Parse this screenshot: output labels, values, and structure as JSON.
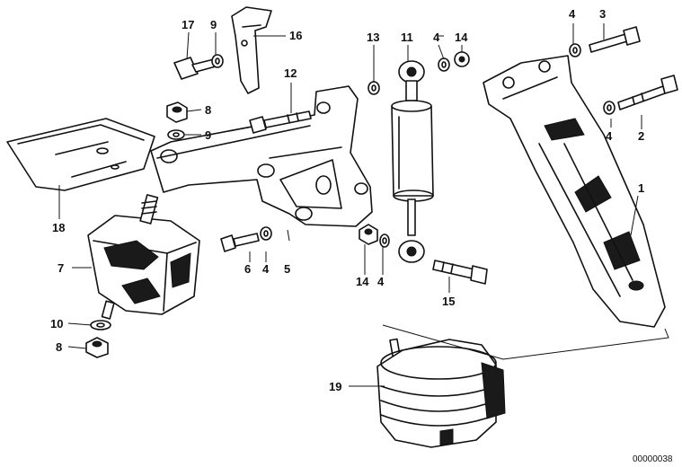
{
  "callouts": [
    {
      "id": "c1",
      "text": "1"
    },
    {
      "id": "c2",
      "text": "2"
    },
    {
      "id": "c3",
      "text": "3"
    },
    {
      "id": "c4a",
      "text": "4"
    },
    {
      "id": "c4b",
      "text": "4"
    },
    {
      "id": "c4c",
      "text": "4"
    },
    {
      "id": "c4d",
      "text": "4"
    },
    {
      "id": "c4e",
      "text": "4"
    },
    {
      "id": "c5",
      "text": "5"
    },
    {
      "id": "c6",
      "text": "6"
    },
    {
      "id": "c7",
      "text": "7"
    },
    {
      "id": "c8a",
      "text": "8"
    },
    {
      "id": "c8b",
      "text": "8"
    },
    {
      "id": "c9a",
      "text": "9"
    },
    {
      "id": "c9b",
      "text": "9"
    },
    {
      "id": "c10",
      "text": "10"
    },
    {
      "id": "c11",
      "text": "11"
    },
    {
      "id": "c12",
      "text": "12"
    },
    {
      "id": "c13",
      "text": "13"
    },
    {
      "id": "c14a",
      "text": "14"
    },
    {
      "id": "c14b",
      "text": "14"
    },
    {
      "id": "c15",
      "text": "15"
    },
    {
      "id": "c16",
      "text": "16"
    },
    {
      "id": "c17",
      "text": "17"
    },
    {
      "id": "c18",
      "text": "18"
    },
    {
      "id": "c19",
      "text": "19"
    }
  ],
  "reference_code": "00000038",
  "colors": {
    "ink": "#111111",
    "paper": "#ffffff"
  }
}
